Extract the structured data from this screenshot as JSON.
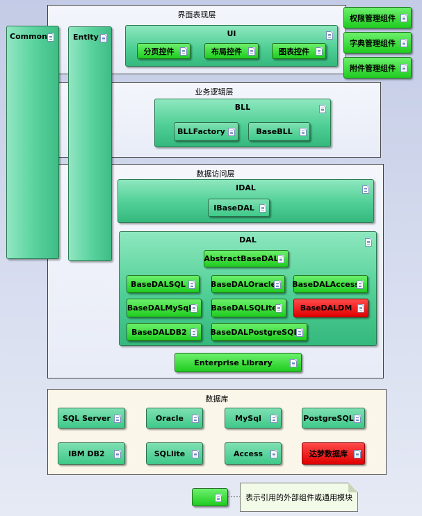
{
  "layers": {
    "presentation": "界面表现层",
    "business": "业务逻辑层",
    "data_access": "数据访问层",
    "database": "数据库"
  },
  "packages": {
    "ui": "UI",
    "bll": "BLL",
    "idal": "IDAL",
    "dal": "DAL"
  },
  "side": {
    "commons": "Commons",
    "entity": "Entity"
  },
  "ui_components": [
    "分页控件",
    "布局控件",
    "图表控件"
  ],
  "right_components": [
    "权限管理组件",
    "字典管理组件",
    "附件管理组件"
  ],
  "bll_components": [
    "BLLFactory",
    "BaseBLL"
  ],
  "idal_components": [
    "IBaseDAL"
  ],
  "dal_components": {
    "abstract": "AbstractBaseDAL",
    "row1": [
      "BaseDALSQL",
      "BaseDALOracle",
      "BaseDALAccess"
    ],
    "row2": [
      "BaseDALMySql",
      "BaseDALSQLite",
      "BaseDALDM"
    ],
    "row3": [
      "BaseDALDB2",
      "BaseDALPostgreSQL"
    ]
  },
  "enterprise_library": "Enterprise Library",
  "databases": {
    "row1": [
      "SQL Server",
      "Oracle",
      "MySql",
      "PostgreSQL"
    ],
    "row2": [
      "IBM DB2",
      "SQLlite",
      "Access",
      "达梦数据库"
    ]
  },
  "legend": {
    "note": "表示引用的外部组件或通用模块"
  },
  "colors": {
    "internal_component": "#3ec989",
    "external_component": "#1fcc1f",
    "highlight_component": "#e00000",
    "database_bg": "#fbf6ea"
  },
  "icons": [
    "document-icon"
  ]
}
